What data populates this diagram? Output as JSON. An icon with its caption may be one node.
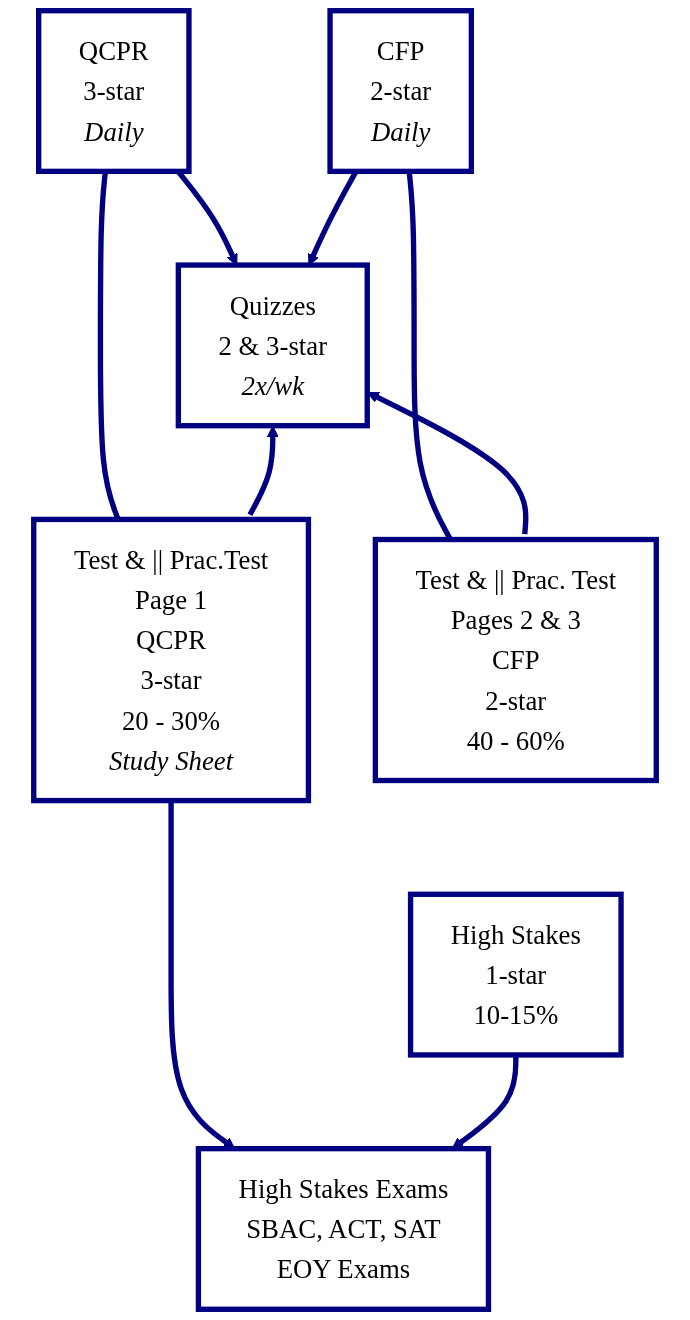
{
  "diagram": {
    "nodes": [
      {
        "text": [
          "QCPR",
          "3-star",
          "Daily"
        ]
      },
      {
        "text": [
          "CFP",
          "2-star",
          "Daily"
        ]
      },
      {
        "text": [
          "Quizzes",
          "2 & 3-star",
          "2x/wk"
        ]
      },
      {
        "text": [
          "Test & || Prac.Test",
          "Page 1",
          "QCPR",
          "3-star",
          "20 - 30%",
          "Study Sheet"
        ]
      },
      {
        "text": [
          "Test & || Prac. Test",
          "Pages 2 & 3",
          "CFP",
          "2-star",
          "40 - 60%"
        ]
      },
      {
        "text": [
          "High Stakes",
          "1-star",
          "10-15%"
        ]
      },
      {
        "text": [
          "High Stakes Exams",
          "SBAC, ACT, SAT",
          "EOY Exams"
        ]
      }
    ],
    "edges": [
      {
        "from": 0,
        "to": 2,
        "arrow": "to"
      },
      {
        "from": 1,
        "to": 2,
        "arrow": "to"
      },
      {
        "from": 0,
        "to": 3,
        "arrow": "none"
      },
      {
        "from": 1,
        "to": 4,
        "arrow": "none"
      },
      {
        "from": 3,
        "to": 2,
        "arrow": "to"
      },
      {
        "from": 4,
        "to": 2,
        "arrow": "to"
      },
      {
        "from": 3,
        "to": 6,
        "arrow": "to"
      },
      {
        "from": 5,
        "to": 6,
        "arrow": "to"
      }
    ]
  }
}
